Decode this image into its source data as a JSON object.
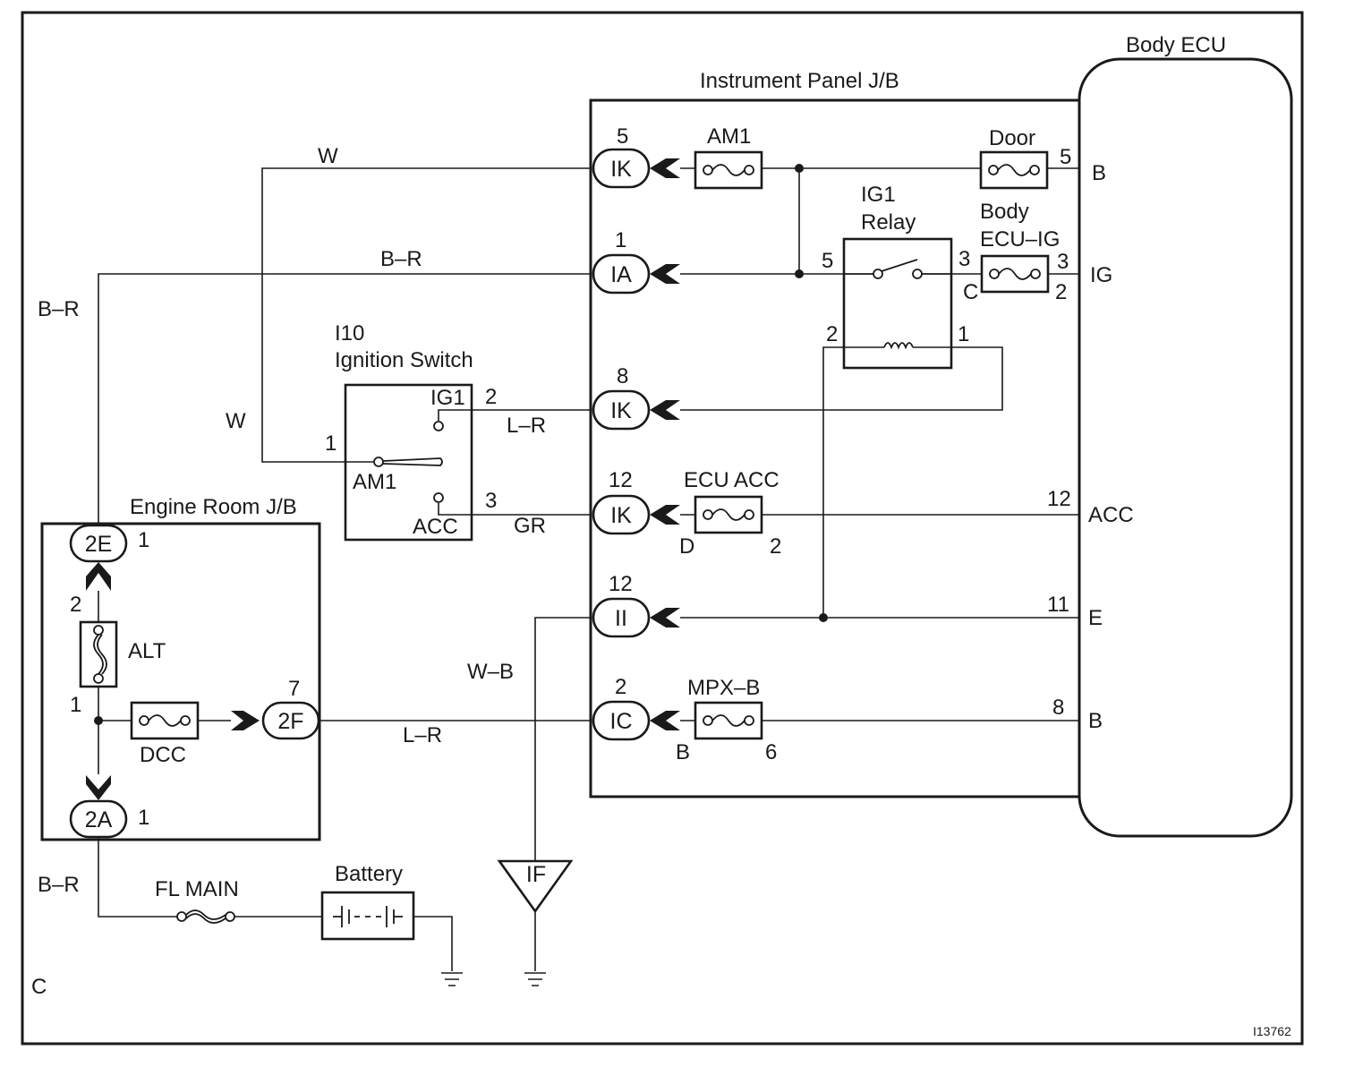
{
  "components": {
    "body_ecu": "Body ECU",
    "instrument_panel_jb": "Instrument Panel J/B",
    "engine_room_jb": "Engine Room J/B",
    "ignition_switch_code": "I10",
    "ignition_switch": "Ignition Switch",
    "ig1_relay_line1": "IG1",
    "ig1_relay_line2": "Relay",
    "battery": "Battery"
  },
  "fuses": {
    "am1": "AM1",
    "door": "Door",
    "body_ecu_ig_line1": "Body",
    "body_ecu_ig_line2": "ECU–IG",
    "ecu_acc": "ECU ACC",
    "mpx_b": "MPX–B",
    "alt": "ALT",
    "dcc": "DCC",
    "fl_main": "FL MAIN"
  },
  "connectors": {
    "ik_top": "IK",
    "ia": "IA",
    "ik_mid": "IK",
    "ik_acc": "IK",
    "ii": "II",
    "ic": "IC",
    "2e": "2E",
    "2f": "2F",
    "2a": "2A",
    "if": "IF"
  },
  "wire_colors": {
    "w_top": "W",
    "w_left": "W",
    "br_top": "B–R",
    "br_left": "B–R",
    "br_bottom": "B–R",
    "lr_ig1": "L–R",
    "lr_2f": "L–R",
    "gr": "GR",
    "wb": "W–B"
  },
  "switch_terminals": {
    "ig1": "IG1",
    "am1": "AM1",
    "acc": "ACC"
  },
  "ecu_terminals": {
    "b_top": "B",
    "ig": "IG",
    "acc": "ACC",
    "e": "E",
    "b_bottom": "B"
  },
  "pins": {
    "ik_top": "5",
    "ia": "1",
    "ik_mid": "8",
    "ik_acc": "12",
    "ii": "12",
    "ic": "2",
    "door_out": "5",
    "relay_in": "5",
    "relay_out": "3",
    "relay_coil_left": "2",
    "relay_coil_right": "1",
    "body_fuse_in": "3",
    "body_fuse_out": "2",
    "body_fuse_letter": "C",
    "acc_ecu": "12",
    "e_ecu": "11",
    "b_ecu": "8",
    "ecu_acc_letter": "D",
    "ecu_acc_pin": "2",
    "mpx_letter": "B",
    "mpx_pin": "6",
    "switch_am1": "1",
    "switch_ig1": "2",
    "switch_acc": "3",
    "2e": "1",
    "alt_top": "2",
    "alt_bottom": "1",
    "2f": "7",
    "2a": "1"
  },
  "corner_letter": "C",
  "figure_code": "I13762"
}
